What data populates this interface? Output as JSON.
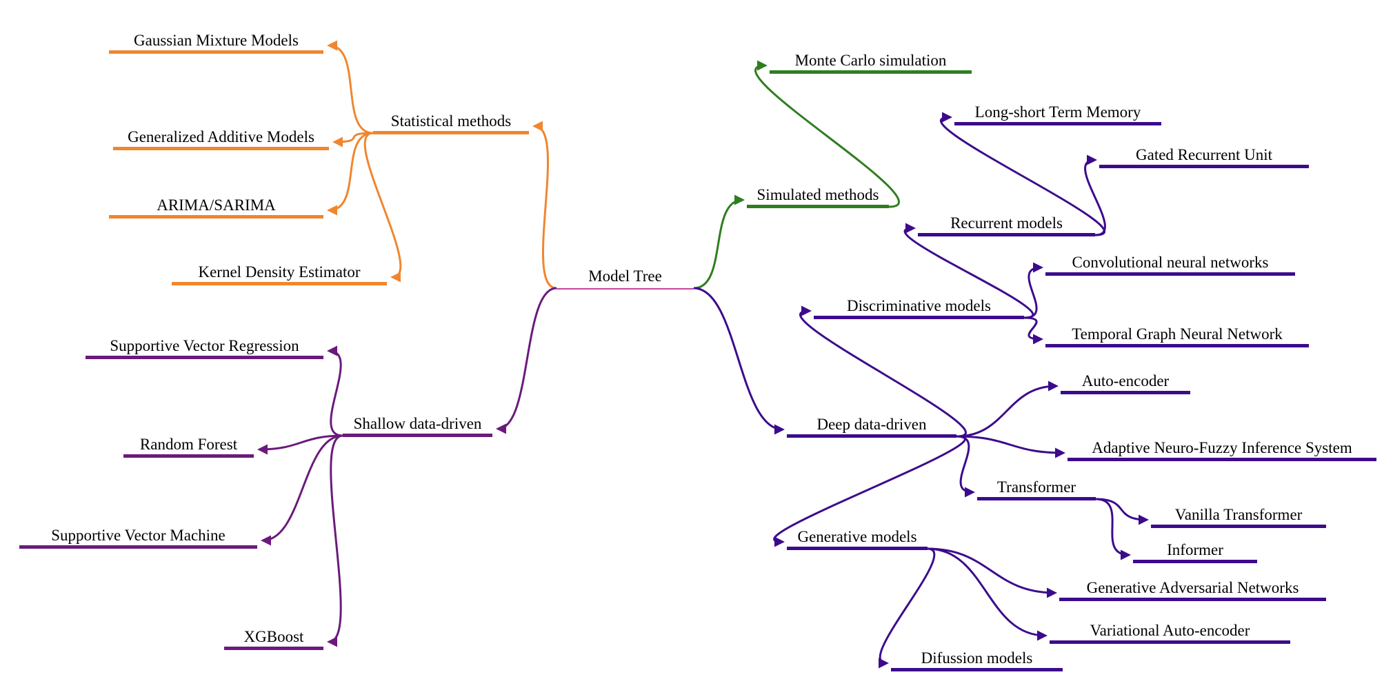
{
  "colors": {
    "root": "#c4449f",
    "statistical": "#f0862e",
    "shallow": "#6b1a7c",
    "simulated": "#2f7d1f",
    "deep": "#3c0b8c"
  },
  "nodes": [
    {
      "id": "root",
      "label": "Model Tree",
      "parent": null,
      "branch": "root"
    },
    {
      "id": "stat",
      "label": "Statistical methods",
      "parent": "root",
      "branch": "statistical"
    },
    {
      "id": "gmm",
      "label": "Gaussian Mixture Models",
      "parent": "stat",
      "branch": "statistical"
    },
    {
      "id": "gam",
      "label": "Generalized  Additive Models",
      "parent": "stat",
      "branch": "statistical"
    },
    {
      "id": "arima",
      "label": "ARIMA/SARIMA",
      "parent": "stat",
      "branch": "statistical"
    },
    {
      "id": "kde",
      "label": "Kernel Density Estimator",
      "parent": "stat",
      "branch": "statistical"
    },
    {
      "id": "shallow",
      "label": "Shallow data-driven",
      "parent": "root",
      "branch": "shallow"
    },
    {
      "id": "svr",
      "label": "Supportive Vector Regression",
      "parent": "shallow",
      "branch": "shallow"
    },
    {
      "id": "rf",
      "label": "Random Forest",
      "parent": "shallow",
      "branch": "shallow"
    },
    {
      "id": "svm",
      "label": "Supportive Vector Machine",
      "parent": "shallow",
      "branch": "shallow"
    },
    {
      "id": "xgb",
      "label": "XGBoost",
      "parent": "shallow",
      "branch": "shallow"
    },
    {
      "id": "sim",
      "label": "Simulated methods",
      "parent": "root",
      "branch": "simulated"
    },
    {
      "id": "mc",
      "label": "Monte Carlo simulation",
      "parent": "sim",
      "branch": "simulated"
    },
    {
      "id": "deep",
      "label": "Deep data-driven",
      "parent": "root",
      "branch": "deep"
    },
    {
      "id": "disc",
      "label": "Discriminative models",
      "parent": "deep",
      "branch": "deep"
    },
    {
      "id": "rec",
      "label": "Recurrent models",
      "parent": "disc",
      "branch": "deep"
    },
    {
      "id": "lstm",
      "label": "Long-short Term Memory",
      "parent": "rec",
      "branch": "deep"
    },
    {
      "id": "gru",
      "label": "Gated Recurrent Unit",
      "parent": "rec",
      "branch": "deep"
    },
    {
      "id": "cnn",
      "label": "Convolutional neural networks",
      "parent": "disc",
      "branch": "deep"
    },
    {
      "id": "tgnn",
      "label": "Temporal Graph Neural Network",
      "parent": "disc",
      "branch": "deep"
    },
    {
      "id": "ae",
      "label": "Auto-encoder",
      "parent": "deep",
      "branch": "deep"
    },
    {
      "id": "anfis",
      "label": "Adaptive Neuro-Fuzzy Inference System",
      "parent": "deep",
      "branch": "deep"
    },
    {
      "id": "trans",
      "label": "Transformer",
      "parent": "deep",
      "branch": "deep"
    },
    {
      "id": "vanilla",
      "label": "Vanilla  Transformer",
      "parent": "trans",
      "branch": "deep"
    },
    {
      "id": "informer",
      "label": "Informer",
      "parent": "trans",
      "branch": "deep"
    },
    {
      "id": "gen",
      "label": "Generative models",
      "parent": "deep",
      "branch": "deep"
    },
    {
      "id": "gan",
      "label": "Generative Adversarial Networks",
      "parent": "gen",
      "branch": "deep"
    },
    {
      "id": "vae",
      "label": "Variational  Auto-encoder",
      "parent": "gen",
      "branch": "deep"
    },
    {
      "id": "diff",
      "label": "Difussion models",
      "parent": "gen",
      "branch": "deep"
    }
  ]
}
